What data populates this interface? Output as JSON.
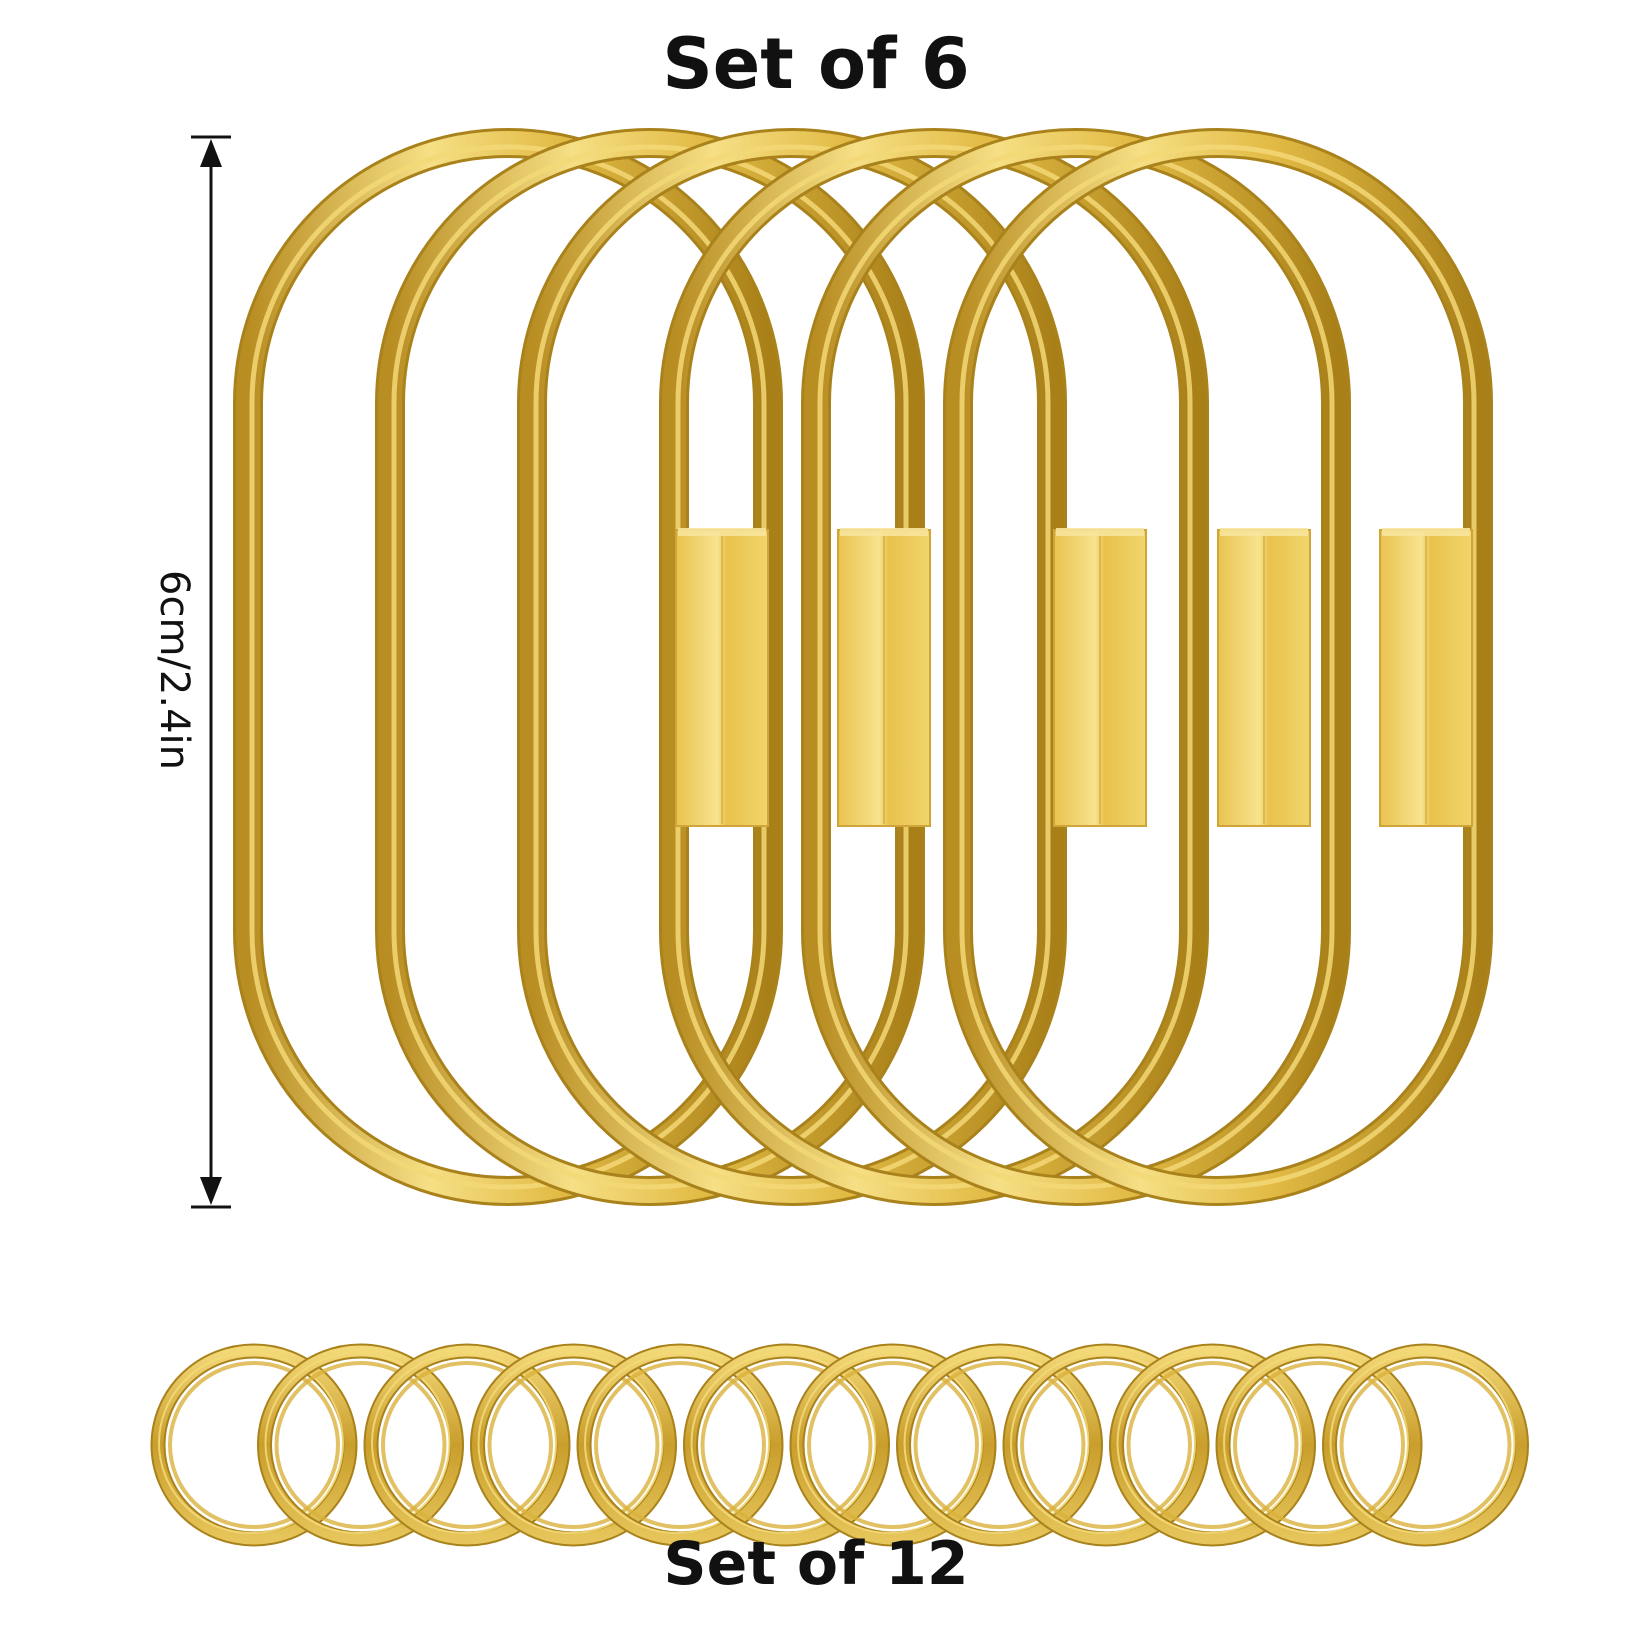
{
  "header": {
    "title": "Set of 6"
  },
  "dimension": {
    "label": "6cm/2.4in"
  },
  "footer": {
    "title": "Set of 12"
  },
  "product": {
    "carabiner_count": 6,
    "split_ring_count": 12,
    "color_brass_light": "#f3d877",
    "color_brass_mid": "#d9b23c",
    "color_brass_dark": "#a9821c",
    "color_ink": "#111111"
  }
}
